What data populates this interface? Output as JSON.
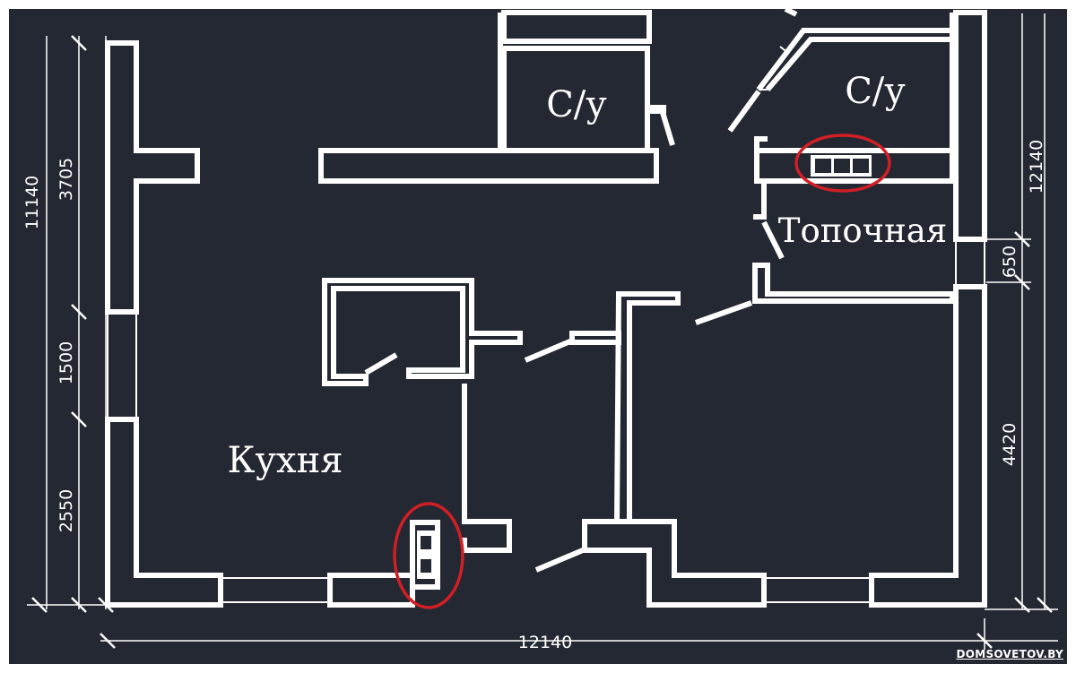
{
  "rooms": {
    "wc_left": "С/у",
    "wc_right": "С/у",
    "boiler_room": "Топочная",
    "kitchen": "Кухня"
  },
  "dimensions": {
    "left_outer": "11140",
    "left_top": "3705",
    "left_middle": "1500",
    "left_bottom": "2550",
    "right_outer": "12140",
    "right_small": "650",
    "right_bottom": "4420",
    "bottom": "12140"
  },
  "watermark": "DOMSOVETOV.BY",
  "colors": {
    "background": "#232832",
    "lines": "#ffffff",
    "highlight": "#d11f26"
  }
}
